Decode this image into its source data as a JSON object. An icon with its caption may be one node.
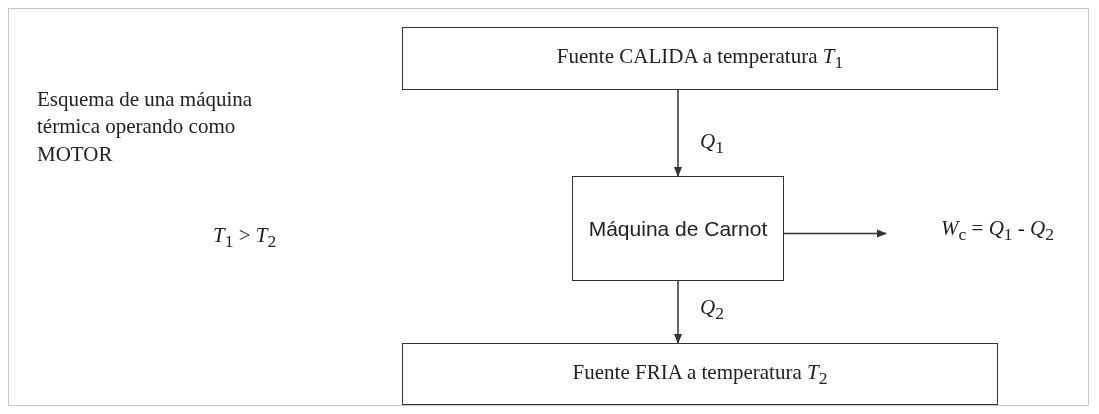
{
  "diagram": {
    "nodes": [
      {
        "text": [
          "Fuente CALIDA a temperatura *T*$_{1}$"
        ]
      },
      {
        "text": [
          "Máquina de Carnot"
        ]
      },
      {
        "text": [
          "Fuente FRIA a temperatura *T*$_{2}$"
        ]
      },
      {
        "text": [
          "*W*$_{c}$ = *Q*$_{1}$ - *Q*$_{2}$"
        ]
      }
    ],
    "edges": [
      {
        "from": 0,
        "to": 1,
        "arrow": "to",
        "label": "*Q*$_{1}$"
      },
      {
        "from": 1,
        "to": 3,
        "arrow": "to"
      },
      {
        "from": 1,
        "to": 2,
        "arrow": "to",
        "label": "*Q*$_{2}$"
      }
    ],
    "labels": [
      "Esquema de una máquina térmica operando como MOTOR",
      "*T*$_{1}$ > *T*$_{2}$"
    ]
  }
}
